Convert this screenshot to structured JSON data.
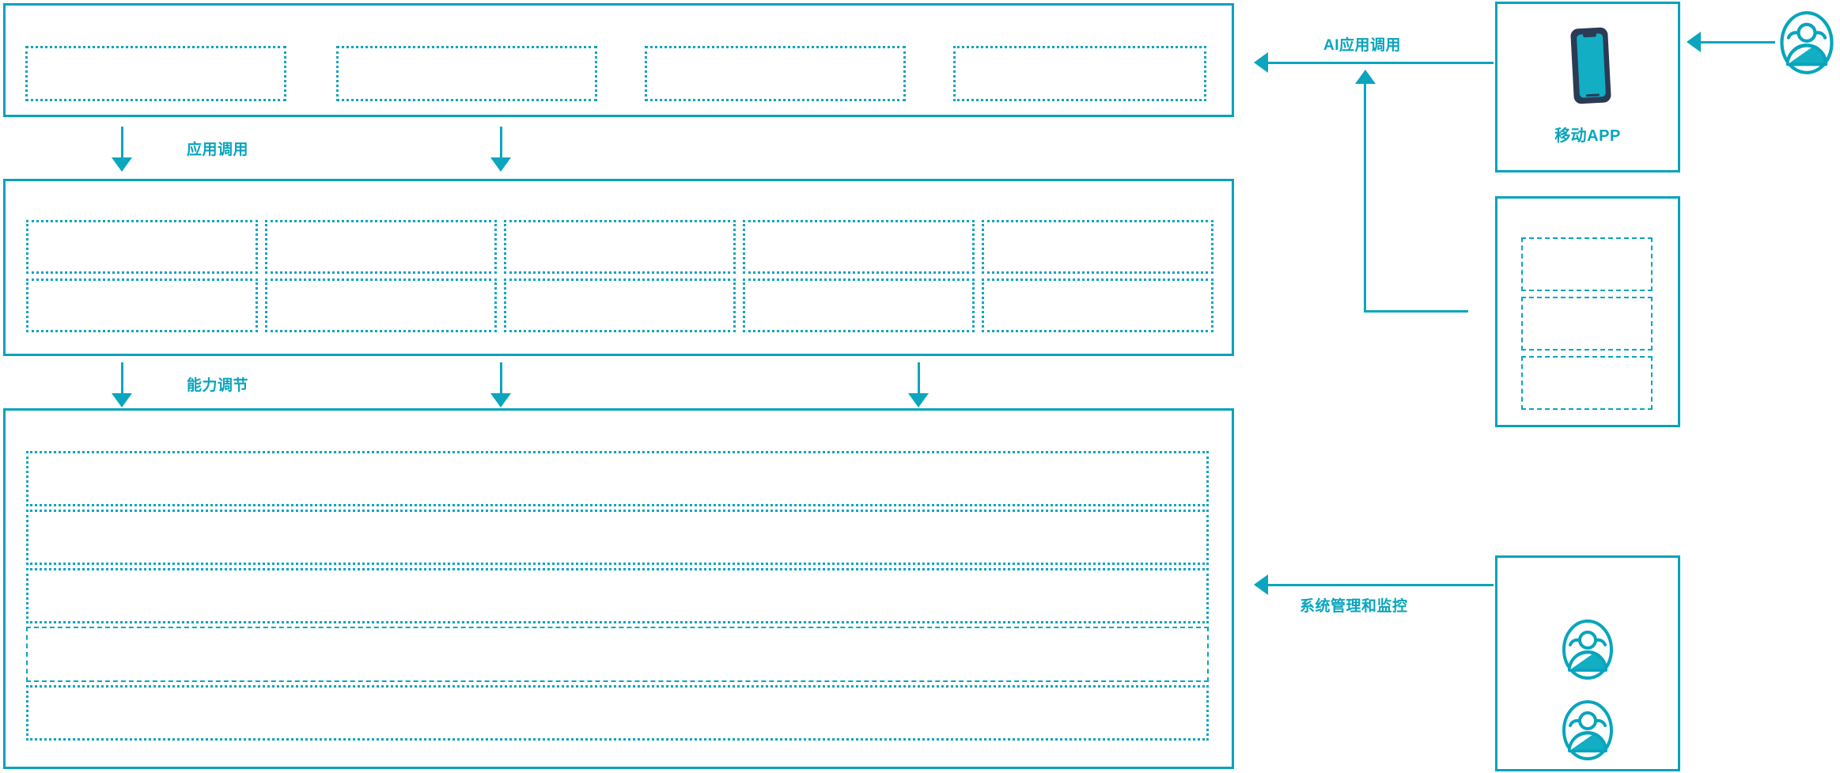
{
  "diagram": {
    "accent_color": "#06A3BC",
    "dash_color": "#0BA5BE",
    "phone_frame_color": "#2B3A55",
    "phone_screen_color": "#12AEC4"
  },
  "flow_labels": {
    "app_invoke": "应用调用",
    "capability_adjust": "能力调节",
    "ai_app_invoke": "AI应用调用",
    "system_manage_monitor": "系统管理和监控"
  },
  "layers": {
    "application_layer": {
      "name": "application-layer-panel",
      "slots": [
        {
          "name": "app-slot-1",
          "label": ""
        },
        {
          "name": "app-slot-2",
          "label": ""
        },
        {
          "name": "app-slot-3",
          "label": ""
        },
        {
          "name": "app-slot-4",
          "label": ""
        }
      ]
    },
    "capability_layer": {
      "name": "capability-layer-panel",
      "columns": [
        {
          "top": {
            "name": "capability-slot-1-top",
            "label": ""
          },
          "bottom": {
            "name": "capability-slot-1-bottom",
            "label": ""
          }
        },
        {
          "top": {
            "name": "capability-slot-2-top",
            "label": ""
          },
          "bottom": {
            "name": "capability-slot-2-bottom",
            "label": ""
          }
        },
        {
          "top": {
            "name": "capability-slot-3-top",
            "label": ""
          },
          "bottom": {
            "name": "capability-slot-3-bottom",
            "label": ""
          }
        },
        {
          "top": {
            "name": "capability-slot-4-top",
            "label": ""
          },
          "bottom": {
            "name": "capability-slot-4-bottom",
            "label": ""
          }
        },
        {
          "top": {
            "name": "capability-slot-5-top",
            "label": ""
          },
          "bottom": {
            "name": "capability-slot-5-bottom",
            "label": ""
          }
        }
      ]
    },
    "infrastructure_layer": {
      "name": "infrastructure-layer-panel",
      "rows": [
        {
          "name": "infra-row-1",
          "label": ""
        },
        {
          "name": "infra-row-2",
          "label": ""
        },
        {
          "name": "infra-row-3",
          "label": ""
        },
        {
          "name": "infra-row-4",
          "label": ""
        },
        {
          "name": "infra-row-5",
          "label": ""
        }
      ]
    }
  },
  "side_nodes": {
    "mobile_app": {
      "name": "mobile-app-node",
      "caption": "移动APP",
      "icon": "smartphone-icon"
    },
    "channel_panel": {
      "name": "channel-node",
      "caption": "",
      "slots": [
        {
          "name": "channel-slot-1",
          "label": ""
        },
        {
          "name": "channel-slot-2",
          "label": ""
        },
        {
          "name": "channel-slot-3",
          "label": ""
        }
      ]
    },
    "operations_panel": {
      "name": "operations-node",
      "caption": "",
      "icons": [
        {
          "name": "users-group-icon-1"
        },
        {
          "name": "users-group-icon-2"
        }
      ]
    },
    "external_user": {
      "name": "external-user-node",
      "icon": "users-group-icon",
      "caption": ""
    }
  }
}
